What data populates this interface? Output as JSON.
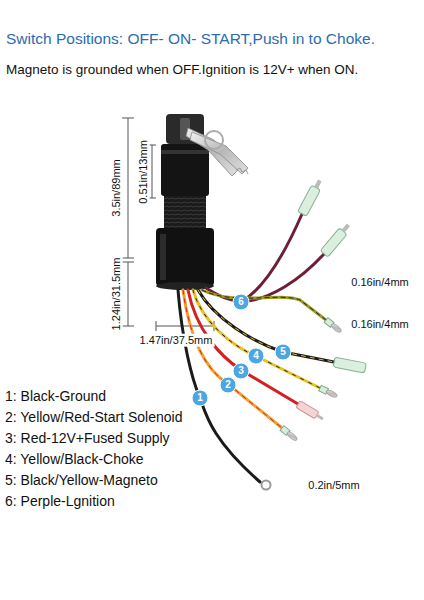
{
  "diagram": {
    "title": "Switch Positions: OFF- ON- START,Push in to Choke.",
    "labels": [
      "Magneto is grounded when OFF.Ignition is 12V+ when ON.",
      "3.5in/89mm",
      "0.51in/13mm",
      "1.24in/31.5mm",
      "1.47in/37.5mm",
      "0.16in/4mm",
      "0.16in/4mm",
      "0.2in/5mm",
      "6",
      "5",
      "4",
      "3",
      "2",
      "1",
      "1: Black-Ground",
      "2: Yellow/Red-Start Solenoid",
      "3: Red-12V+Fused Supply",
      "4: Yellow/Black-Choke",
      "5: Black/Yellow-Magneto",
      "6: Perple-Lgnition"
    ]
  }
}
